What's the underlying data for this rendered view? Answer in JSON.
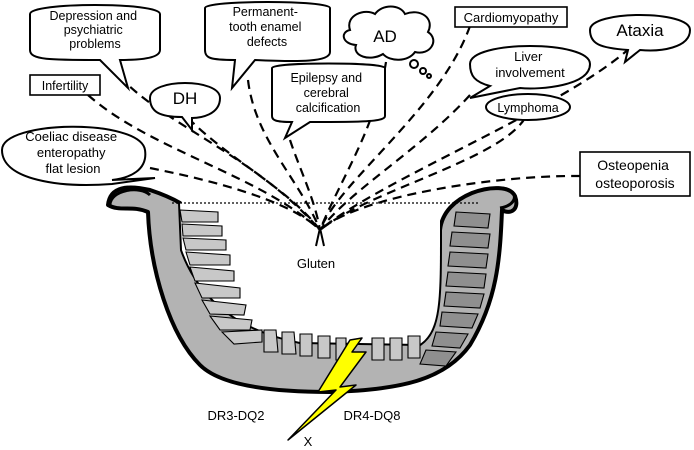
{
  "labels": {
    "depression": [
      "Depression and",
      "psychiatric",
      "problems"
    ],
    "enamel": [
      "Permanent-",
      "tooth enamel",
      "defects"
    ],
    "ad": "AD",
    "cardiomyopathy": "Cardiomyopathy",
    "ataxia": "Ataxia",
    "infertility": "Infertility",
    "dh": "DH",
    "epilepsy": [
      "Epilepsy and",
      "cerebral",
      "calcification"
    ],
    "liver": [
      "Liver",
      "involvement"
    ],
    "lymphoma": "Lymphoma",
    "coeliac": [
      "Coeliac disease",
      "enteropathy",
      "flat lesion"
    ],
    "osteopenia": [
      "Osteopenia",
      "osteoporosis"
    ],
    "gluten": "Gluten",
    "dr3": "DR3-DQ2",
    "dr4": "DR4-DQ8",
    "x": "X"
  },
  "colors": {
    "lumen_wall": "#b3b3b3",
    "villus": "#c8c8c8",
    "lightning": "#ffff00"
  }
}
